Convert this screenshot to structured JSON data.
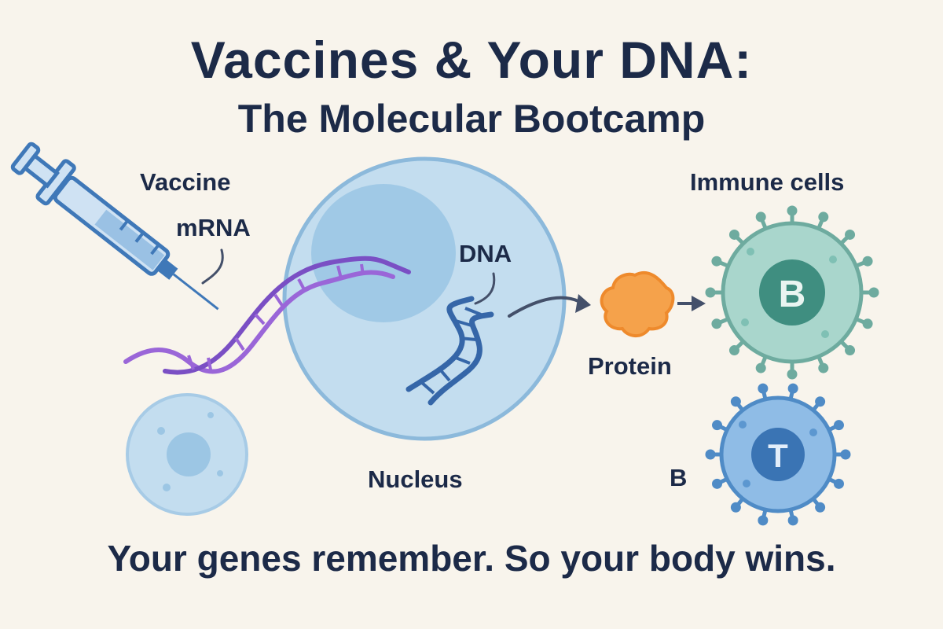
{
  "header": {
    "title": "Vaccines & Your DNA:",
    "subtitle": "The Molecular Bootcamp"
  },
  "labels": {
    "vaccine": "Vaccine",
    "mrna": "mRNA",
    "dna": "DNA",
    "nucleus": "Nucleus",
    "protein": "Protein",
    "immune_cells": "Immune cells",
    "b_cell_letter": "B",
    "t_cell_letter": "T",
    "b_side_label": "B"
  },
  "footer": {
    "tagline": "Your genes remember. So your body wins."
  },
  "colors": {
    "background": "#f8f4ec",
    "text": "#1c2a48",
    "syringe": "#3f78b8",
    "mrna_strand": "#9a66d8",
    "dna_strand": "#3566a8",
    "cell_fill": "#bcd9ec",
    "nucleus_fill": "#8fbfe0",
    "protein": "#f5a24b",
    "b_cell": "#7fc0b4",
    "t_cell": "#5c97d0"
  }
}
